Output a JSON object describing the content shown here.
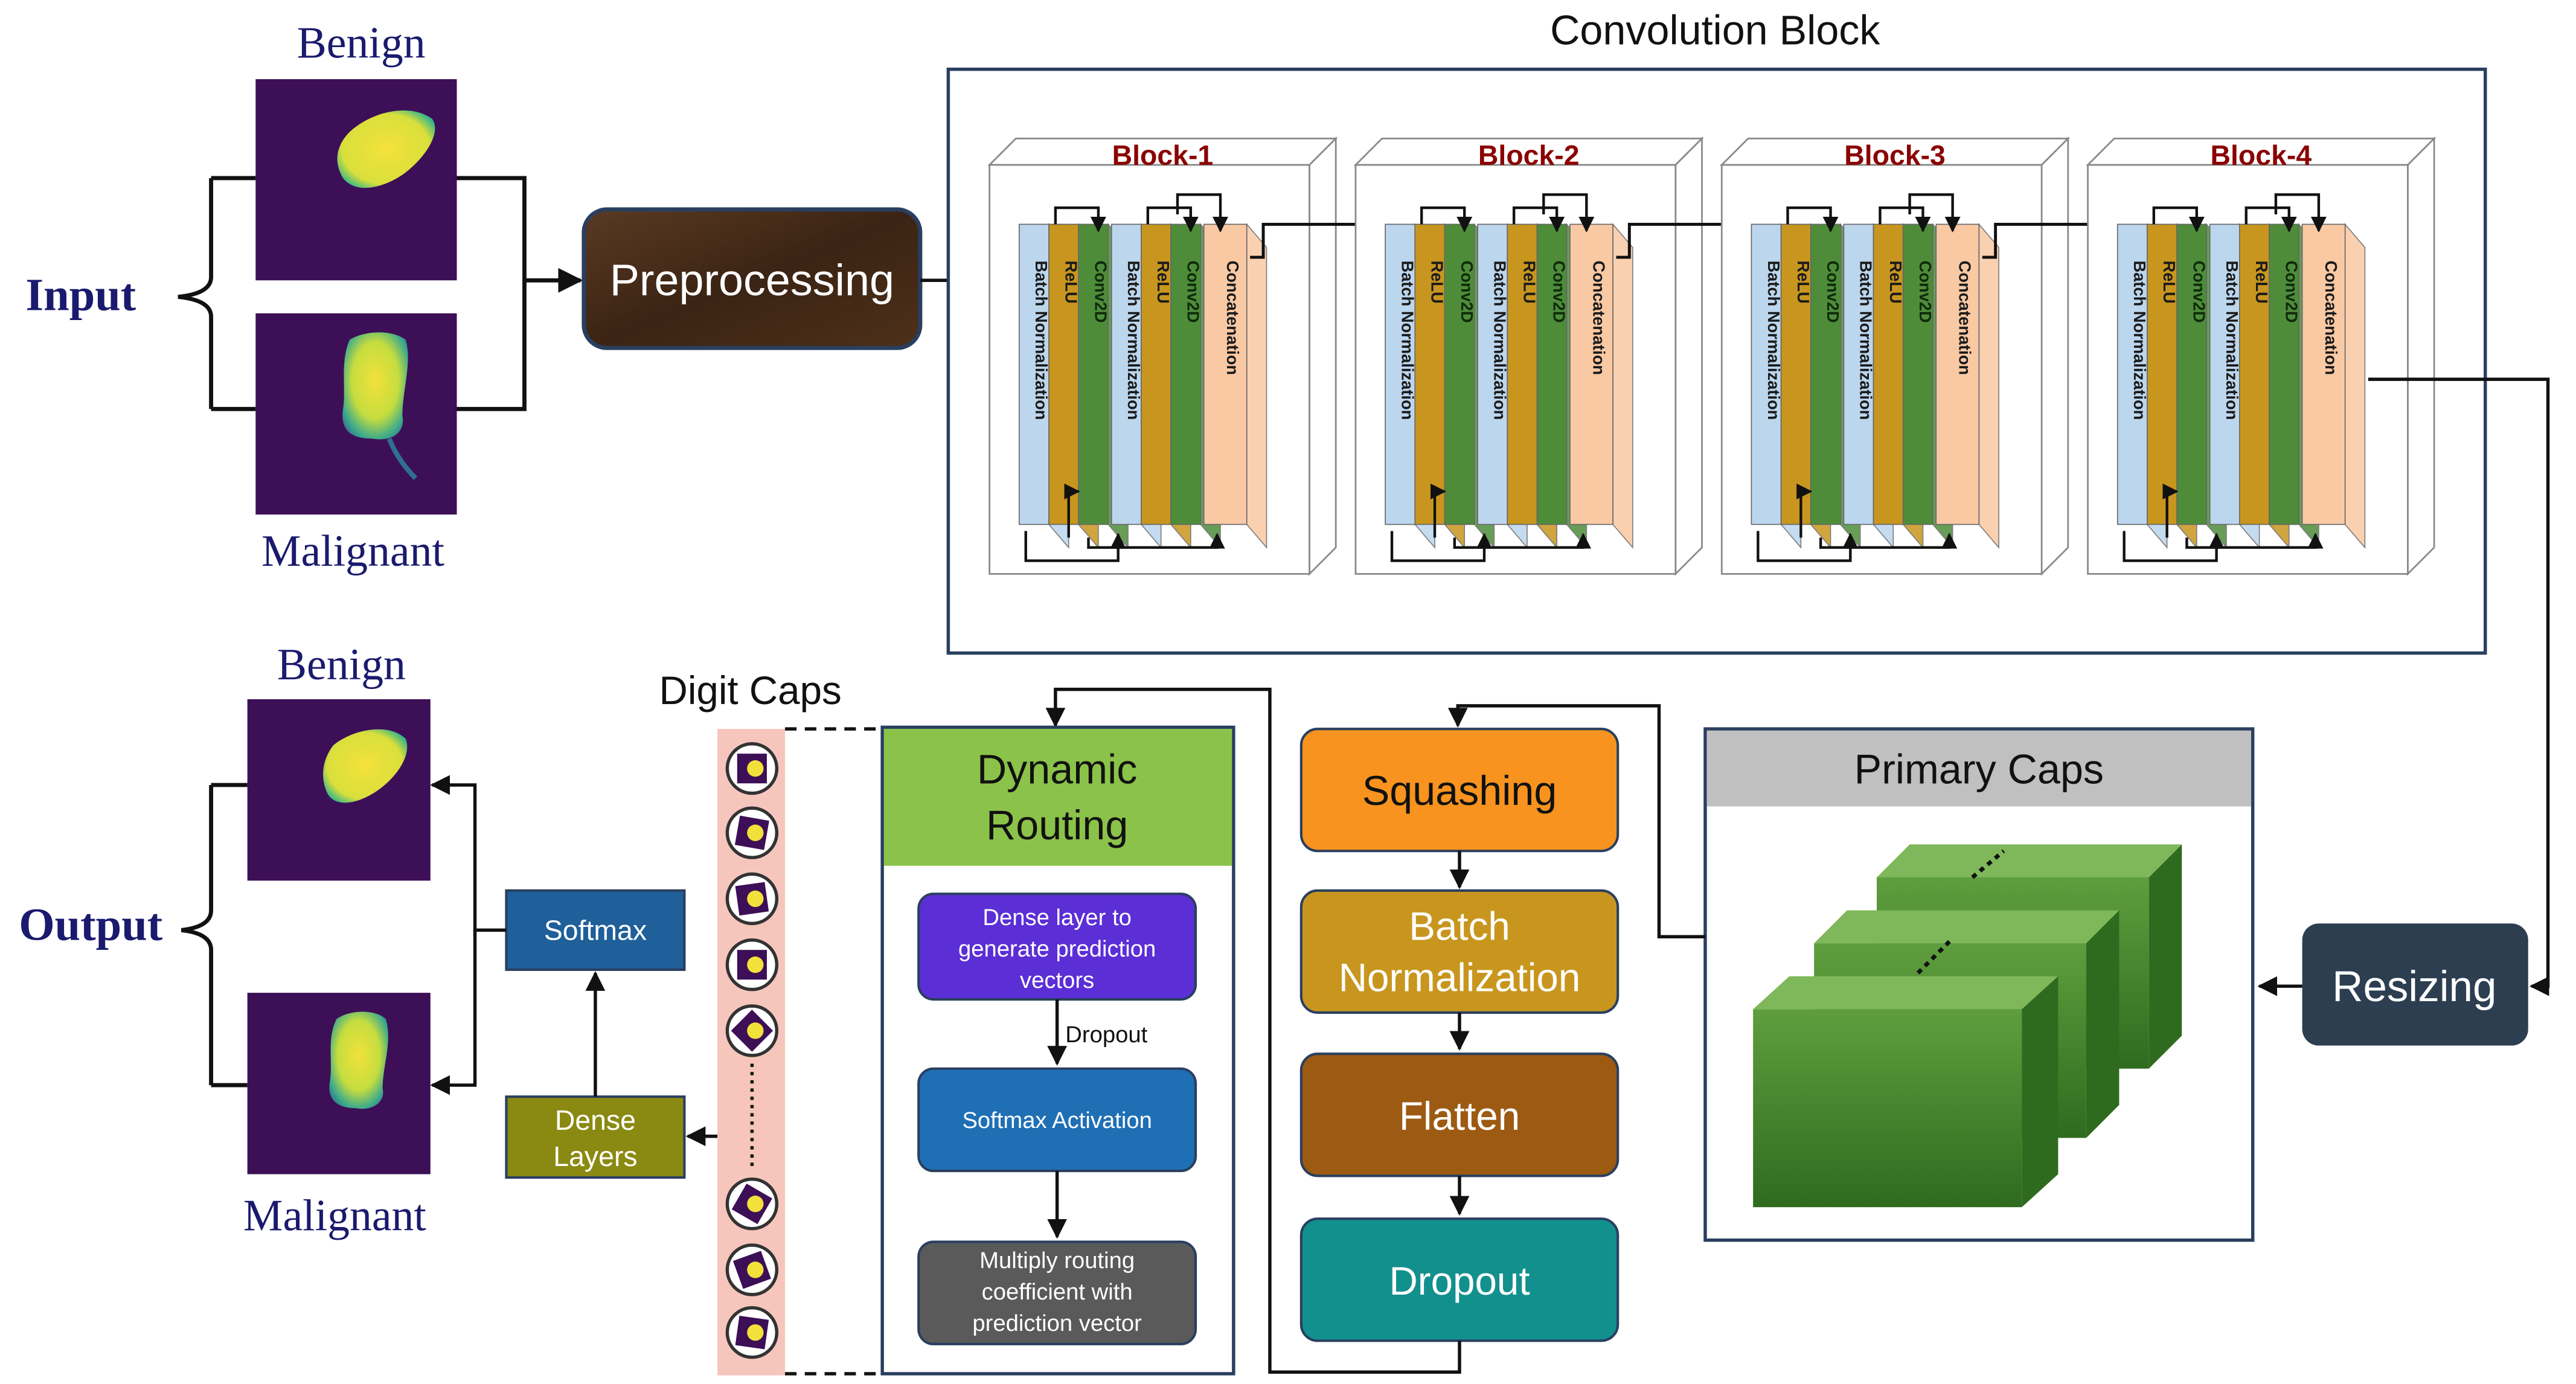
{
  "input": {
    "label": "Input",
    "benign_label": "Benign",
    "malignant_label": "Malignant"
  },
  "output": {
    "label": "Output",
    "benign_label": "Benign",
    "malignant_label": "Malignant"
  },
  "preprocessing": {
    "label": "Preprocessing"
  },
  "convolution_block": {
    "title": "Convolution Block",
    "blocks": [
      {
        "title": "Block-1"
      },
      {
        "title": "Block-2"
      },
      {
        "title": "Block-3"
      },
      {
        "title": "Block-4"
      }
    ],
    "layers": [
      "Batch Normalization",
      "ReLU",
      "Conv2D",
      "Batch Normalization",
      "ReLU",
      "Conv2D",
      "Concatenation"
    ]
  },
  "resizing": {
    "label": "Resizing"
  },
  "primary_caps": {
    "title": "Primary Caps"
  },
  "feature_stack": {
    "squashing": "Squashing",
    "batch_norm_line1": "Batch",
    "batch_norm_line2": "Normalization",
    "flatten": "Flatten",
    "dropout": "Dropout"
  },
  "dynamic_routing": {
    "title_line1": "Dynamic",
    "title_line2": "Routing",
    "dense_line1": "Dense layer to",
    "dense_line2": "generate prediction",
    "dense_line3": "vectors",
    "dropout_label": "Dropout",
    "softmax_activation": "Softmax Activation",
    "multiply_line1": "Multiply routing",
    "multiply_line2": "coefficient with",
    "multiply_line3": "prediction vector"
  },
  "digit_caps": {
    "title": "Digit Caps"
  },
  "softmax": {
    "label": "Softmax"
  },
  "dense_layers": {
    "line1": "Dense",
    "line2": "Layers"
  },
  "colors": {
    "navy_text": "#1a1a6e",
    "dark_border": "#2a3f5f",
    "block_title": "#8b0000",
    "batch_norm_layer": "#bcd6ee",
    "relu_layer": "#c8961e",
    "conv2d_layer": "#4e8c3a",
    "concat_layer": "#f9c9a4",
    "squashing": "#f7931e",
    "batch_normalization": "#c8961e",
    "flatten": "#9c5a12",
    "dropout": "#12908e",
    "resizing": "#2c3e50",
    "softmax_box": "#1f5f9a",
    "dense_box": "#8a8a12",
    "routing_header": "#8bc34a",
    "routing_dense": "#5b2ed6",
    "routing_softmax": "#1f6fb5",
    "routing_multiply": "#5a5a5a",
    "digit_caps_strip": "#f6c6bd",
    "tumor": "#f2e13a",
    "scan_background": "#3d0f57"
  }
}
